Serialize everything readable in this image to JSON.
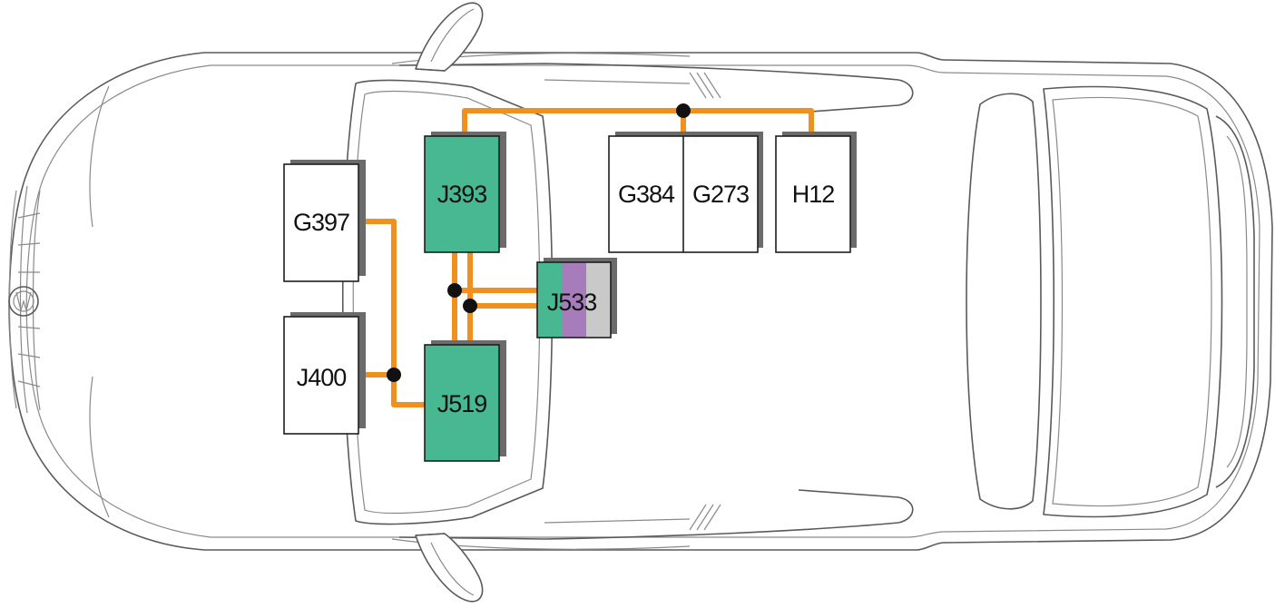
{
  "diagram": {
    "components": [
      {
        "id": "G397",
        "label": "G397",
        "fill": "#ffffff"
      },
      {
        "id": "J400",
        "label": "J400",
        "fill": "#ffffff"
      },
      {
        "id": "J393",
        "label": "J393",
        "fill": "#47b891"
      },
      {
        "id": "J519",
        "label": "J519",
        "fill": "#47b891"
      },
      {
        "id": "J533",
        "label": "J533",
        "segment_colors": [
          "#47b891",
          "#a77cbb",
          "#c9c9c9"
        ]
      },
      {
        "id": "G384",
        "label": "G384",
        "fill": "#ffffff"
      },
      {
        "id": "G273",
        "label": "G273",
        "fill": "#ffffff"
      },
      {
        "id": "H12",
        "label": "H12",
        "fill": "#ffffff"
      }
    ],
    "colors": {
      "wire": "#f0901e",
      "node": "#111111",
      "shadow": "#6b6b6b",
      "outline": "#5a5a5a",
      "green_module": "#47b891",
      "purple_segment": "#a77cbb",
      "gray_segment": "#c9c9c9"
    },
    "connections": [
      [
        "G397",
        "J400",
        "J519"
      ],
      [
        "J393",
        "J519",
        "J533"
      ],
      [
        "J393",
        "G384",
        "G273",
        "H12"
      ]
    ],
    "vehicle_view": "top-view car outline"
  }
}
